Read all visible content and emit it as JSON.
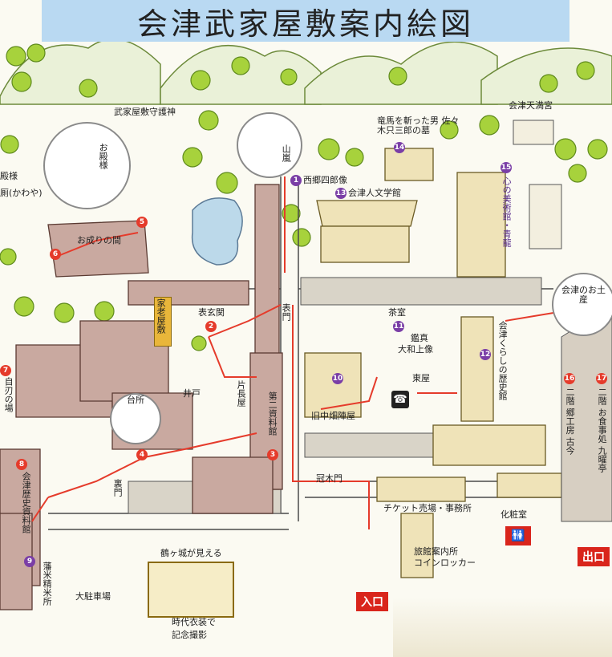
{
  "title": "会津武家屋敷案内絵図",
  "colors": {
    "banner": "#b9d9f2",
    "route": "#e53b2b",
    "purple": "#7a3ea6",
    "tree": "#a7d23c",
    "roof": "#c9a9a0"
  },
  "spots": [
    {
      "no": "1",
      "label": "西郷四郎像"
    },
    {
      "no": "2",
      "label": "表玄関"
    },
    {
      "no": "3",
      "label": "第二資料館"
    },
    {
      "no": "4",
      "label": "台所"
    },
    {
      "no": "5",
      "label": "お成りの間"
    },
    {
      "no": "6",
      "label": ""
    },
    {
      "no": "7",
      "label": "自刃の場"
    },
    {
      "no": "8",
      "label": "会津歴史資料館"
    },
    {
      "no": "9",
      "label": "藩米精米所"
    },
    {
      "no": "10",
      "label": "旧中畑陣屋"
    },
    {
      "no": "11",
      "label": "茶室"
    },
    {
      "no": "12",
      "label": "会津くらしの歴史館"
    },
    {
      "no": "13",
      "label": "会津人文学館"
    },
    {
      "no": "14",
      "label": "竜馬を斬った男 佐々木只三郎の墓"
    },
    {
      "no": "15",
      "label": "心の美術館・青龍"
    },
    {
      "no": "16",
      "label": "二階 郷工房 古今"
    },
    {
      "no": "17",
      "label": "二階 お食事処 九曜亭"
    }
  ],
  "labels": {
    "shugojin": "武家屋敷守護神",
    "tonosama": "お殿様",
    "tonosama_left": "殿様",
    "kawaya": "厠(かわや)",
    "sanran": "山嵐",
    "karo": "家老屋敷",
    "ido": "井戸",
    "katanagaya": "片長屋",
    "omotemon": "表門",
    "uramon": "裏門",
    "kabukimon": "冠木門",
    "azumaya": "東屋",
    "kagami": "鑑真",
    "yamato": "大和上像",
    "tenmangu": "会津天満宮",
    "omiyage": "会津のお土産",
    "ticket": "チケット売場・事務所",
    "keshoshitsu": "化粧室",
    "ryokan1": "旅館案内所",
    "ryokan2": "コインロッカー",
    "tsurugajo": "鶴ヶ城が見える",
    "jidai1": "時代衣装で",
    "jidai2": "記念撮影",
    "parking": "大駐車場",
    "entrance": "入口",
    "exit": "出口"
  },
  "icons": [
    "tree-icon",
    "phone-icon",
    "restroom-icon"
  ]
}
